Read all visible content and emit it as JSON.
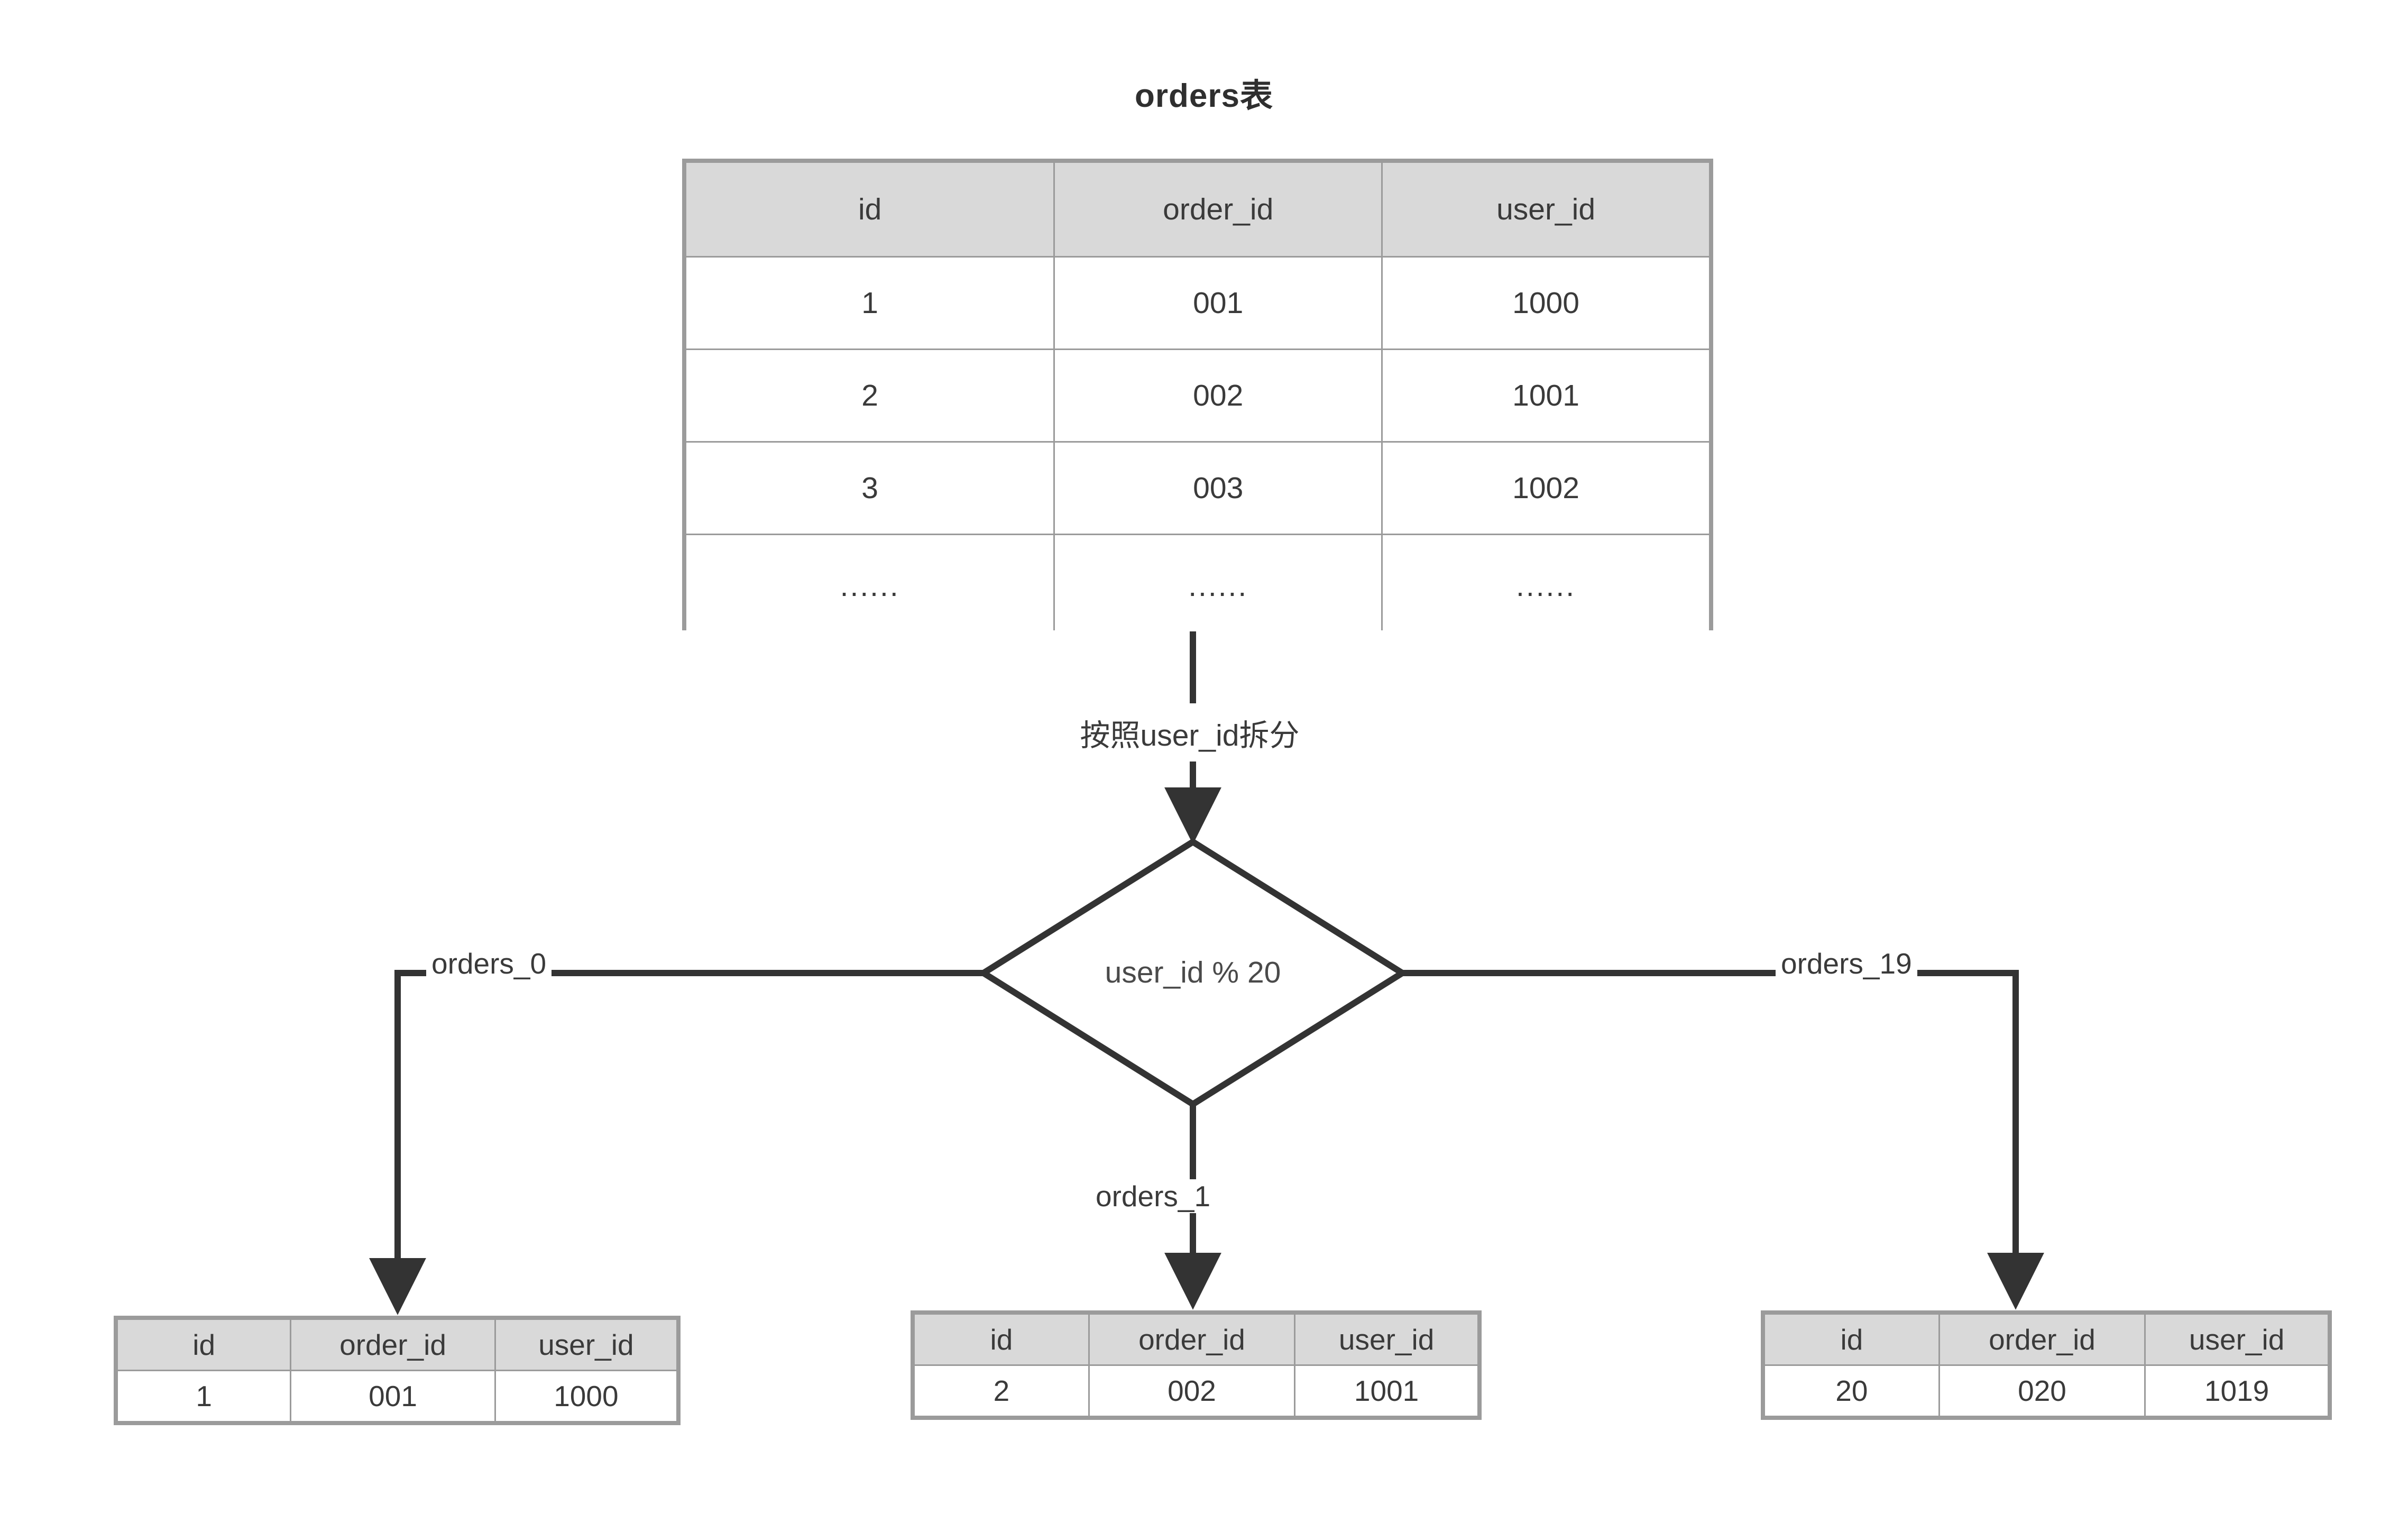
{
  "title": "orders表",
  "source_table": {
    "name": "orders表",
    "columns": [
      "id",
      "order_id",
      "user_id"
    ],
    "rows": [
      [
        "1",
        "001",
        "1000"
      ],
      [
        "2",
        "002",
        "1001"
      ],
      [
        "3",
        "003",
        "1002"
      ],
      [
        "......",
        "......",
        "......"
      ]
    ]
  },
  "split_label": "按照user_id拆分",
  "decision": {
    "expression": "user_id % 20",
    "shape": "diamond"
  },
  "branches": [
    {
      "label": "orders_0",
      "direction": "left"
    },
    {
      "label": "orders_1",
      "direction": "down"
    },
    {
      "label": "orders_19",
      "direction": "right"
    }
  ],
  "shard_tables": [
    {
      "name": "orders_0",
      "columns": [
        "id",
        "order_id",
        "user_id"
      ],
      "rows": [
        [
          "1",
          "001",
          "1000"
        ]
      ]
    },
    {
      "name": "orders_1",
      "columns": [
        "id",
        "order_id",
        "user_id"
      ],
      "rows": [
        [
          "2",
          "002",
          "1001"
        ]
      ]
    },
    {
      "name": "orders_19",
      "columns": [
        "id",
        "order_id",
        "user_id"
      ],
      "rows": [
        [
          "20",
          "020",
          "1019"
        ]
      ]
    }
  ],
  "colors": {
    "background": "#ffffff",
    "header_fill": "#d9d9d9",
    "border": "#9b9b9b",
    "connector": "#333333",
    "text": "#3a3a3a"
  }
}
